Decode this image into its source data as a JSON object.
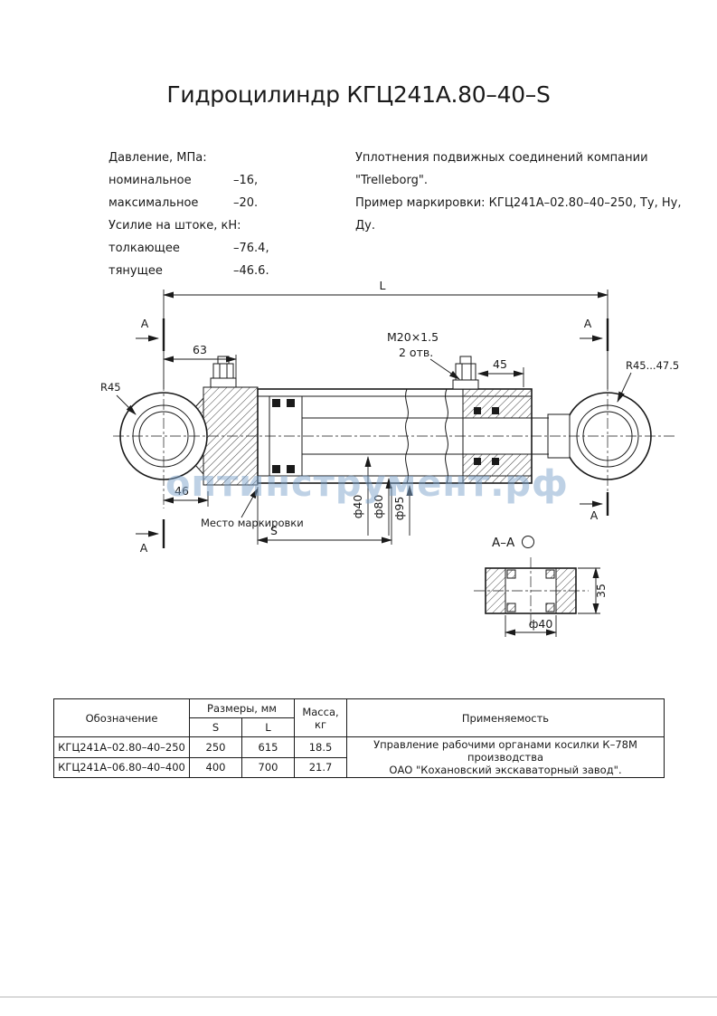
{
  "page": {
    "title": "Гидроцилиндр КГЦ241А.80–40–S",
    "watermark": "оптинструмент.рф"
  },
  "colors": {
    "line": "#1a1a1a",
    "watermark": "#7da3cc"
  },
  "specs": {
    "pressure_header": "Давление, МПа:",
    "pressure_rows": [
      {
        "label": "номинальное",
        "value": "–16,"
      },
      {
        "label": "максимальное",
        "value": "–20."
      }
    ],
    "force_header": "Усилие на штоке, кН:",
    "force_rows": [
      {
        "label": "толкающее",
        "value": "–76.4,"
      },
      {
        "label": "тянущее",
        "value": "–46.6."
      }
    ]
  },
  "notes": {
    "line1": "Уплотнения подвижных соединений компании",
    "line2": "\"Trelleborg\".",
    "line3": "Пример маркировки: КГЦ241А–02.80–40–250, Ту, Ну, Ду."
  },
  "drawing": {
    "dim_overall": "L",
    "dim_63": "63",
    "dim_45": "45",
    "dim_46": "46",
    "dim_stroke": "S",
    "thread_line1": "М20×1.5",
    "thread_line2": "2 отв.",
    "radius_right": "R45...47.5",
    "radius_left": "R45",
    "marking_note": "Место маркировки",
    "dia_rod": "ф40",
    "dia_bore": "ф80",
    "dia_outer": "ф95",
    "section_label": "А–А",
    "section_letter": "А",
    "section_height": "35",
    "section_bore": "ф40"
  },
  "table": {
    "col_designation": "Обозначение",
    "col_sizes": "Размеры, мм",
    "col_s": "S",
    "col_l": "L",
    "col_mass_1": "Масса,",
    "col_mass_2": "кг",
    "col_application": "Применяемость",
    "rows": [
      {
        "designation": "КГЦ241А–02.80–40–250",
        "s": "250",
        "l": "615",
        "mass": "18.5"
      },
      {
        "designation": "КГЦ241А–06.80–40–400",
        "s": "400",
        "l": "700",
        "mass": "21.7"
      }
    ],
    "application_line1": "Управление рабочими органами косилки К–78М производства",
    "application_line2": "ОАО \"Кохановский экскаваторный завод\"."
  }
}
